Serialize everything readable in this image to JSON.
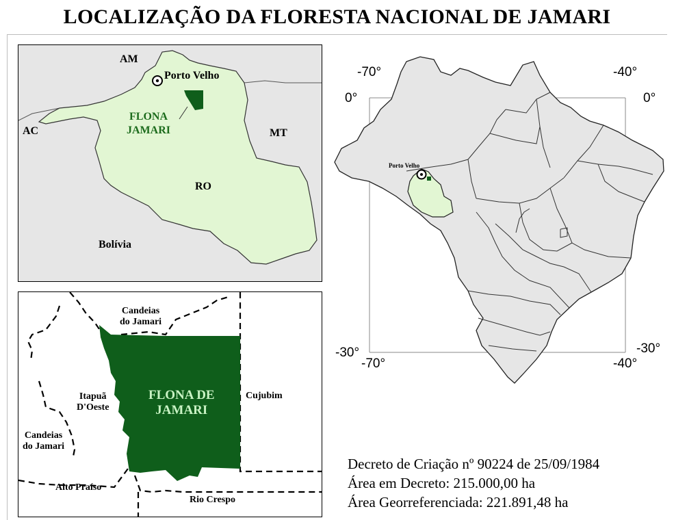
{
  "title": "LOCALIZAÇÃO DA FLORESTA NACIONAL DE JAMARI",
  "colors": {
    "flona_dark_green": "#0f5e1b",
    "rondonia_light_green": "#e2f6d3",
    "neighbor_gray": "#e6e6e6",
    "flona_label_green": "#1c6b1c",
    "flona_inner_label": "#c9f3c4"
  },
  "rondonia_map": {
    "labels": {
      "am": "AM",
      "porto_velho": "Porto Velho",
      "flona_line1": "FLONA",
      "flona_line2": "JAMARI",
      "ac": "AC",
      "mt": "MT",
      "ro": "RO",
      "bolivia": "Bolívia"
    },
    "city_icon": "city-target-icon"
  },
  "flona_detail_map": {
    "labels": {
      "candeias_top_1": "Candeias",
      "candeias_top_2": "do Jamari",
      "flona_1": "FLONA DE",
      "flona_2": "JAMARI",
      "itapua_1": "Itapuã",
      "itapua_2": "D'Oeste",
      "cujubim": "Cujubim",
      "candeias_left_1": "Candeias",
      "candeias_left_2": "do Jamari",
      "alto_praiso": "Alto Praíso",
      "rio_crespo": "Rio Crespo"
    }
  },
  "brazil_map": {
    "grid_labels": {
      "lon_left_top": "-70°",
      "lon_right_top": "-40°",
      "lat_zero_left": "0°",
      "lat_zero_right": "0°",
      "lat_minus30_left": "-30°",
      "lat_minus30_right": "-30°",
      "lon_left_bottom": "-70°",
      "lon_right_bottom": "-40°"
    },
    "city_label": "Porto Velho",
    "city_icon": "city-target-icon"
  },
  "info": {
    "decreto": "Decreto de Criação  nº  90224 de 25/09/1984",
    "area_decreto": "Área em Decreto:   215.000,00 ha",
    "area_georef": "Área Georreferenciada:  221.891,48 ha"
  }
}
